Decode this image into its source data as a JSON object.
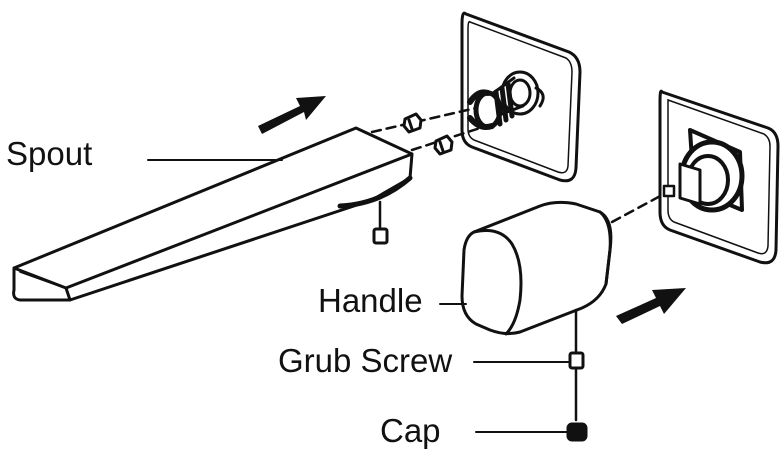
{
  "labels": {
    "spout": "Spout",
    "handle": "Handle",
    "grub_screw": "Grub Screw",
    "cap": "Cap"
  },
  "colors": {
    "line": "#111111",
    "fill": "#ffffff"
  },
  "icons": [
    "arrow-icon",
    "arrow-icon"
  ]
}
